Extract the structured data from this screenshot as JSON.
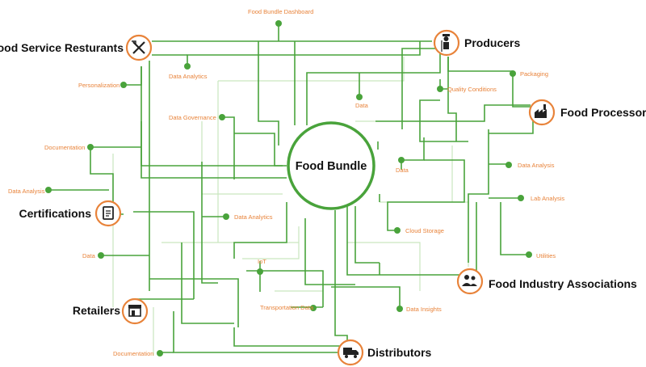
{
  "center": {
    "label": "Food Bundle"
  },
  "hubs": {
    "food_service": "Food Service Resturants",
    "producers": "Producers",
    "food_processors": "Food Processors",
    "certifications": "Certifications",
    "industry_associations": "Food Industry Associations",
    "retailers": "Retailers",
    "distributors": "Distributors"
  },
  "labels": {
    "dashboard": "Food Bundle Dashboard",
    "data_analytics_top": "Data Analytics",
    "personalization": "Personalization",
    "data_governance": "Data Governance",
    "documentation_left": "Documentation",
    "data_analysis_left": "Data Analysis",
    "data_analytics_mid": "Data Analytics",
    "data_left": "Data",
    "iot": "IoT",
    "transportation_data": "Transportation Data",
    "documentation_bottom": "Documentation",
    "data_top": "Data",
    "quality_conditions": "Quality Conditions",
    "packaging": "Packaging",
    "data_right": "Data",
    "data_analysis_right": "Data Analysis",
    "lab_analysis": "Lab Analysis",
    "cloud_storage": "Cloud Storage",
    "utilities": "Utilities",
    "data_insights": "Data Insights"
  },
  "icons": {
    "food_service": "utensils-icon",
    "producers": "farmer-icon",
    "food_processors": "factory-icon",
    "certifications": "certificate-icon",
    "industry_associations": "people-icon",
    "retailers": "storefront-icon",
    "distributors": "truck-icon"
  },
  "colors": {
    "line": "#49a33b",
    "accent": "#e8833a",
    "text": "#111111"
  }
}
